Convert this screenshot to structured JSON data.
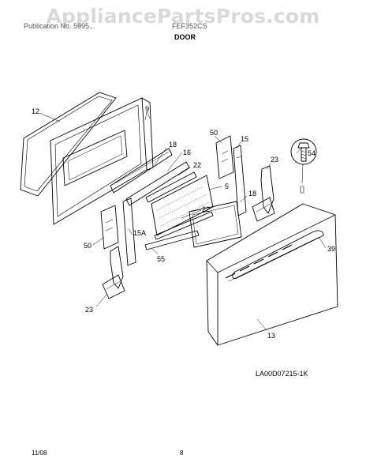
{
  "watermark": "AppliancePartsPros.com",
  "header": {
    "publication": "Publication No. 5995...",
    "model": "FEF352CS",
    "section": "DOOR"
  },
  "parts": {
    "p12": "12",
    "p9": "9",
    "p50a": "50",
    "p15": "15",
    "p18a": "18",
    "p16": "16",
    "p22a": "22",
    "p5": "5",
    "p54": "54",
    "p23a": "23",
    "p18b": "18",
    "p22b": "22",
    "p15A": "15A",
    "p50b": "50",
    "p55": "55",
    "p39": "39",
    "p23b": "23",
    "p13": "13"
  },
  "drawing_number": "LA00D07215-1K",
  "footer": {
    "date": "11/08",
    "page": "8"
  }
}
